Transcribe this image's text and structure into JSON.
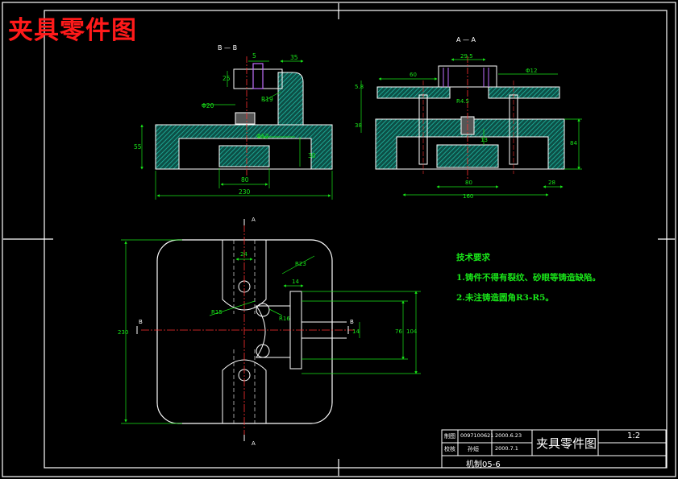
{
  "drawing": {
    "big_title": "夹具零件图",
    "section_bb": "B — B",
    "section_aa": "A — A",
    "section_marks": {
      "a": "A",
      "b": "B"
    },
    "requirements": {
      "heading": "技术要求",
      "items": [
        "1.铸件不得有裂纹、砂眼等铸造缺陷。",
        "2.未注铸造圆角R3-R5。"
      ]
    },
    "title_block": {
      "drawn_label": "制图",
      "drawn_id": "0097100621",
      "drawn_date": "2000.6.23",
      "check_label": "校核",
      "checker": "孙烜",
      "check_date": "2000.7.1",
      "part_name": "夹具零件图",
      "scale": "1:2",
      "class_name": "机制05-6"
    },
    "colors": {
      "background": "#000000",
      "outline": "#ffffff",
      "section_fill": "#18a896",
      "dimension": "#19e619",
      "centerline": "#ff3030",
      "hidden": "#e0e0e0",
      "title": "#ff1a1a",
      "bolt": "#c070ff"
    },
    "dims": {
      "bb": {
        "d5": "5",
        "d35": "35",
        "d25": "25",
        "d20": "Φ20",
        "d19": "R19",
        "d52": "Φ52",
        "d55": "55",
        "d30": "30",
        "d80": "80",
        "d230": "230"
      },
      "aa": {
        "d29": "29.5",
        "d60": "60",
        "d12": "Φ12",
        "d58": "5.8",
        "d38": "38",
        "d46": "R4.5",
        "d13": "13",
        "d84": "84",
        "d28": "28",
        "d80": "80",
        "d160": "160"
      },
      "plan": {
        "d24": "24",
        "d23": "R23",
        "d14": "14",
        "d15": "R15",
        "d16": "R16",
        "d14b": "14",
        "d76": "76",
        "d104": "104",
        "d230": "230"
      }
    }
  }
}
